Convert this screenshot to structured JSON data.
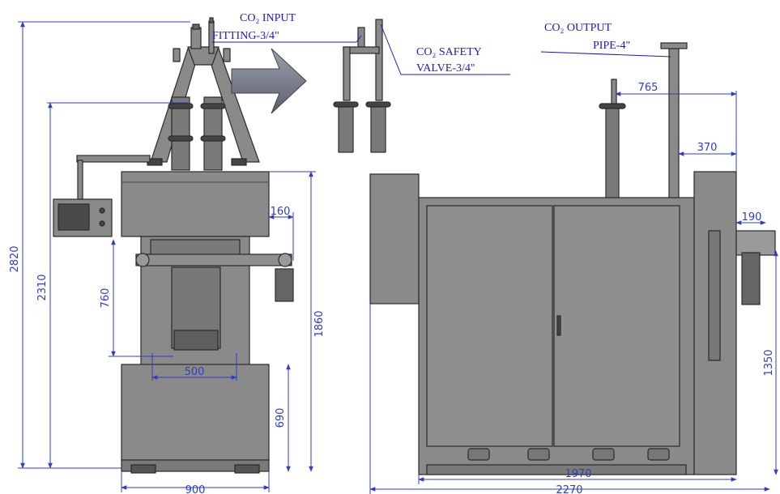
{
  "labels": {
    "co2_input": [
      "CO₂ INPUT",
      "FITTING-3/4\""
    ],
    "co2_safety": [
      "CO₂ SAFETY",
      "VALVE-3/4\""
    ],
    "co2_output": [
      "CO₂ OUTPUT",
      "PIPE-4\""
    ]
  },
  "dimensions": {
    "overall_height": "2820",
    "height_2310": "2310",
    "height_1860": "1860",
    "height_760": "760",
    "height_690": "690",
    "width_900": "900",
    "width_500": "500",
    "width_160": "160",
    "width_765": "765",
    "width_370": "370",
    "width_190": "190",
    "height_1350": "1350",
    "width_1970": "1970",
    "width_2270": "2270"
  },
  "colors": {
    "machine_fill": "#8a8a8a",
    "machine_dark": "#6e6e6e",
    "outline": "#2a2a2a",
    "dimension": "#2b3fc4",
    "note_text": "#1a1acc",
    "arrow": "#6f7384"
  }
}
